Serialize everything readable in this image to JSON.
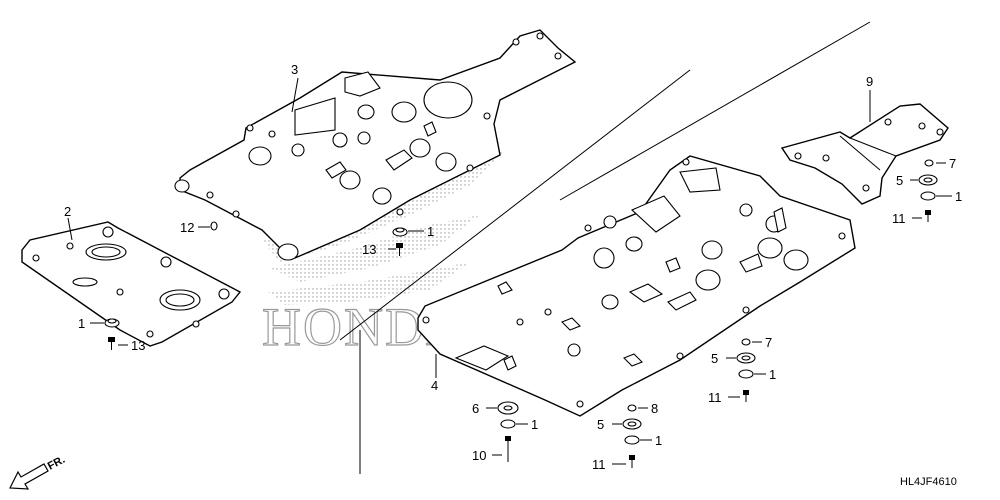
{
  "diagram": {
    "code": "HL4JF4610",
    "direction_label": "FR.",
    "watermark_text": "HONDA",
    "callouts": {
      "c1_a": "1",
      "c1_b": "1",
      "c1_c": "1",
      "c1_d": "1",
      "c1_e": "1",
      "c1_f": "1",
      "c2": "2",
      "c3": "3",
      "c4": "4",
      "c5_a": "5",
      "c5_b": "5",
      "c5_c": "5",
      "c6": "6",
      "c7_a": "7",
      "c7_b": "7",
      "c8": "8",
      "c9": "9",
      "c10": "10",
      "c11_a": "11",
      "c11_b": "11",
      "c11_c": "11",
      "c12": "12",
      "c13_a": "13",
      "c13_b": "13"
    }
  }
}
